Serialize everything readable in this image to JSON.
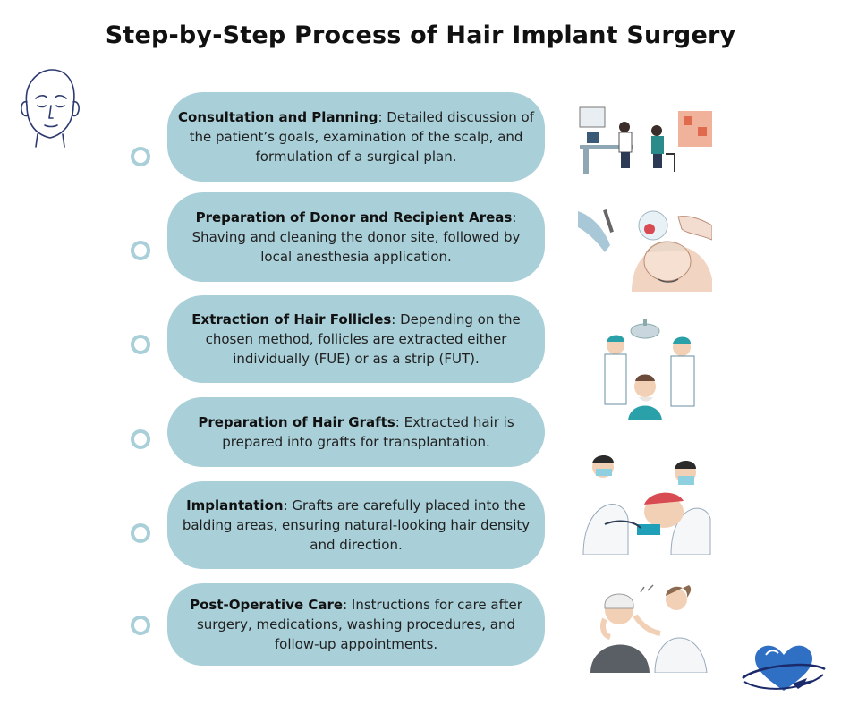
{
  "title": "Step-by-Step Process of Hair Implant Surgery",
  "steps": [
    {
      "name": "Consultation and Planning",
      "desc": ": Detailed discussion of the patient’s goals, examination of the scalp, and formulation of a surgical plan."
    },
    {
      "name": "Preparation of Donor and Recipient Areas",
      "desc": ": Shaving and cleaning the donor site, followed by local anesthesia application."
    },
    {
      "name": "Extraction of Hair Follicles",
      "desc": ": Depending on the chosen method, follicles are extracted either individually (FUE) or as a strip (FUT)."
    },
    {
      "name": "Preparation of Hair Grafts",
      "desc": ": Extracted hair is prepared into grafts for transplantation."
    },
    {
      "name": "Implantation",
      "desc": ": Grafts are carefully placed into the balding areas, ensuring natural-looking hair density and direction."
    },
    {
      "name": "Post-Operative Care",
      "desc": ": Instructions  for care after surgery,  medications, washing procedures, and follow-up appointments."
    }
  ],
  "icons": {
    "head": "head-outline-icon",
    "logo": "heart-plane-logo-icon",
    "step_marker": "circle-marker-icon"
  },
  "colors": {
    "card": "#a9cfd8",
    "title": "#111111",
    "logo_blue": "#2f6fc4",
    "logo_navy": "#1b2a6b"
  }
}
